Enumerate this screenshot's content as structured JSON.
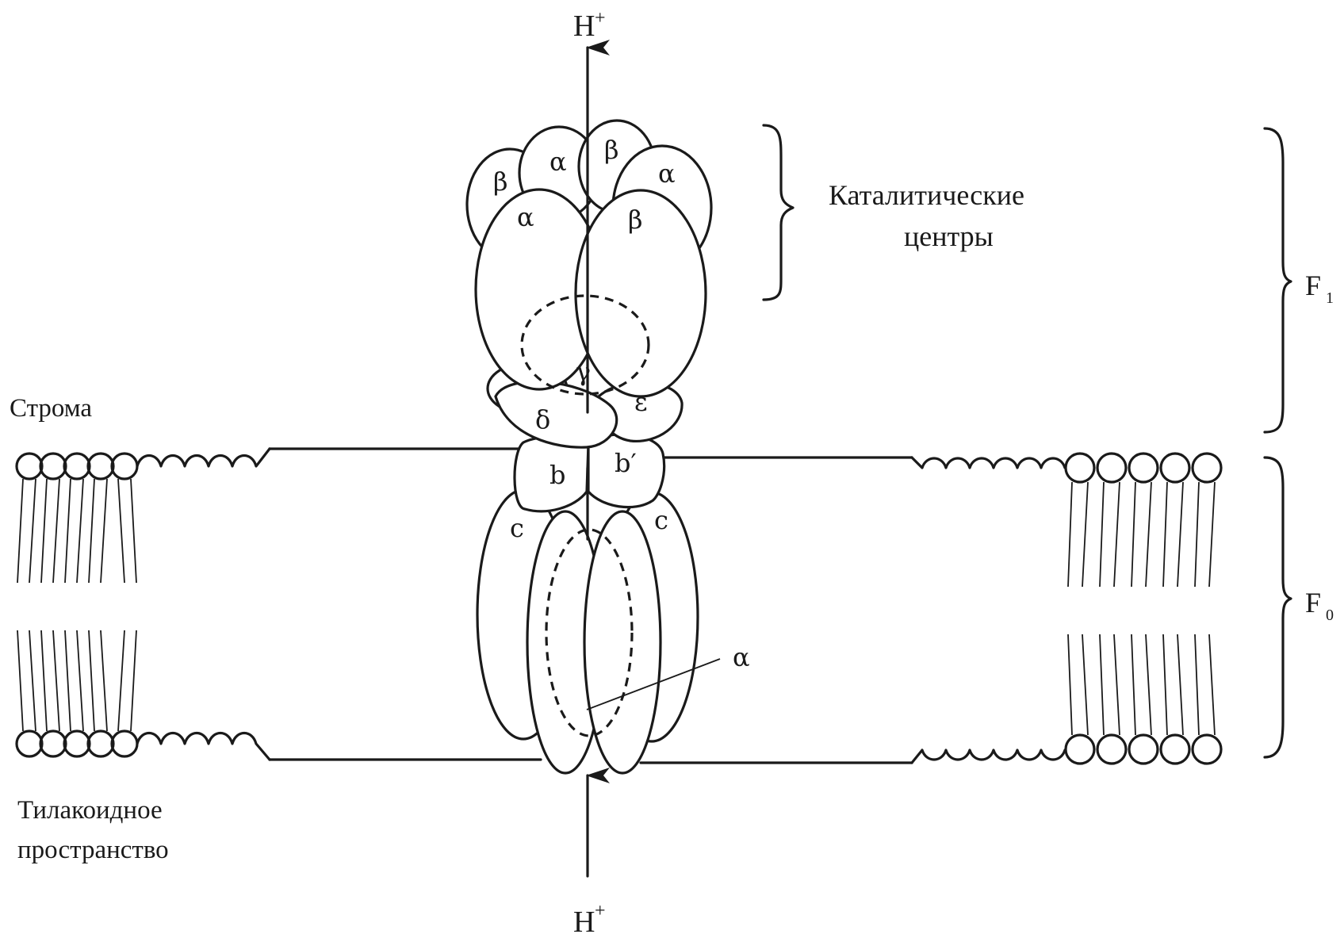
{
  "proton_top": {
    "symbol": "H",
    "charge": "+"
  },
  "proton_bottom": {
    "symbol": "H",
    "charge": "+"
  },
  "stroma_label": "Строма",
  "lumen_label": [
    "Тилакоидное",
    "пространство"
  ],
  "catalytic_label": [
    "Каталитические",
    "центры"
  ],
  "f1_label": {
    "main": "F",
    "sub": "1"
  },
  "f0_label": {
    "main": "F",
    "sub": "0"
  },
  "subunits": {
    "beta_left": "β",
    "alpha_top": "α",
    "beta_top": "β",
    "alpha_right": "α",
    "alpha_front": "α",
    "beta_front": "β",
    "gamma": "γ",
    "delta": "δ",
    "epsilon": "ε",
    "b": "b",
    "b_prime": "b′",
    "c_left": "c",
    "c_right": "c",
    "a_subunit": "α"
  },
  "colors": {
    "ink": "#1a1a1a",
    "background": "#ffffff"
  }
}
